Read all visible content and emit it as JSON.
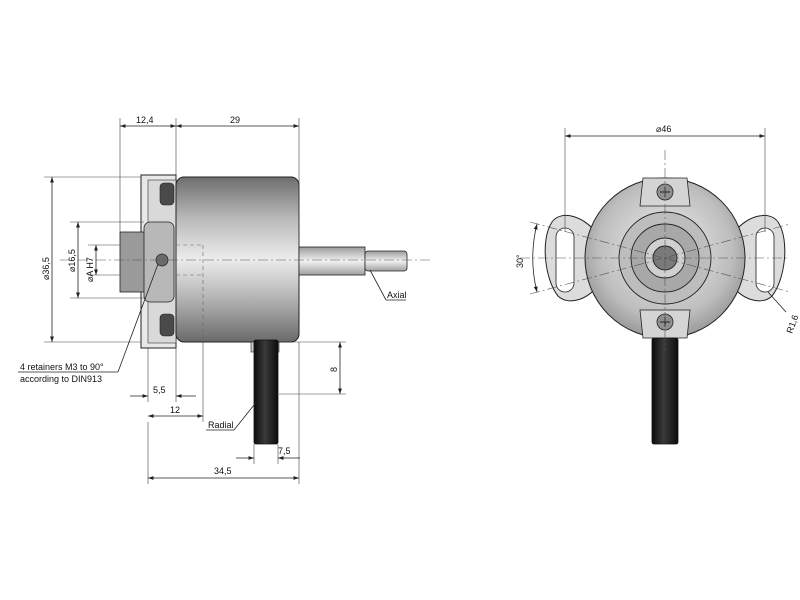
{
  "dimensions": {
    "d_12_4": "12,4",
    "d_29": "29",
    "d_36_5": "36,5",
    "d_16_5": "16,5",
    "d_a_h7": "A H7",
    "d_5_5": "5,5",
    "d_12": "12",
    "d_34_5": "34,5",
    "d_7_5": "7,5",
    "d_8": "8",
    "d_46": "46",
    "d_30deg": "30°",
    "d_r1_6": "R1,6"
  },
  "labels": {
    "axial": "Axial",
    "radial": "Radial",
    "retainers_line1": "4 retainers M3 to 90°",
    "retainers_line2": "according to DIN913"
  },
  "symbols": {
    "diameter": "⌀"
  },
  "colors": {
    "body_dark": "#8a8a8a",
    "body_light": "#e6e6e6",
    "cable": "#1c1c1c",
    "shaft": "#dcdcdc"
  }
}
